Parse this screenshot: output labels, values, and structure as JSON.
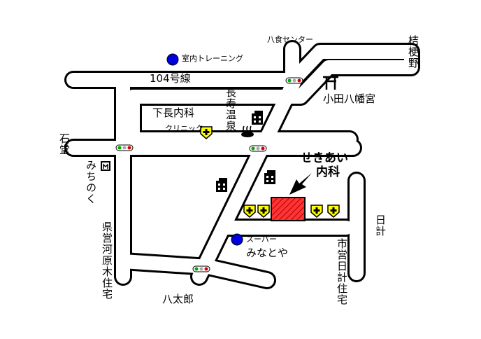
{
  "colors": {
    "road_fill": "#ffffff",
    "road_outline": "#000000",
    "marker_blue": "#0000dd",
    "destination_red": "#dd0000",
    "hospital_yellow": "#ffff00",
    "signal_green": "#00aa00",
    "signal_red": "#dd0000"
  },
  "labels": {
    "road_104": "104号線",
    "hachishoku_center": "八食センター",
    "shitsunai_training": "室内トレーニング",
    "kikyono": "桔梗野",
    "oda_hachimangu": "小田八幡宮",
    "shimonagauchi_clinic_1": "下長内科",
    "shimonagauchi_clinic_2": "クリニック",
    "nagasu_onsen": "長寿温泉",
    "ishido": "石堂",
    "michinoku": "みちのく",
    "kenei_kawaragi": "県営河原木住宅",
    "sekiai_1": "せきあい",
    "sekiai_2": "内科",
    "supermarket_1": "スーパー",
    "supermarket_2": "みなとや",
    "hikei_jutaku": "市営日計住宅",
    "hikei": "日計",
    "hattaro": "八太郎"
  },
  "icons": {
    "shrine": "torii-icon",
    "onsen": "hot-spring-icon",
    "hospital": "hospital-cross-icon",
    "building": "building-icon",
    "signal": "traffic-signal-icon",
    "marker": "blue-dot-marker-icon",
    "arrow": "pointer-arrow-icon"
  }
}
